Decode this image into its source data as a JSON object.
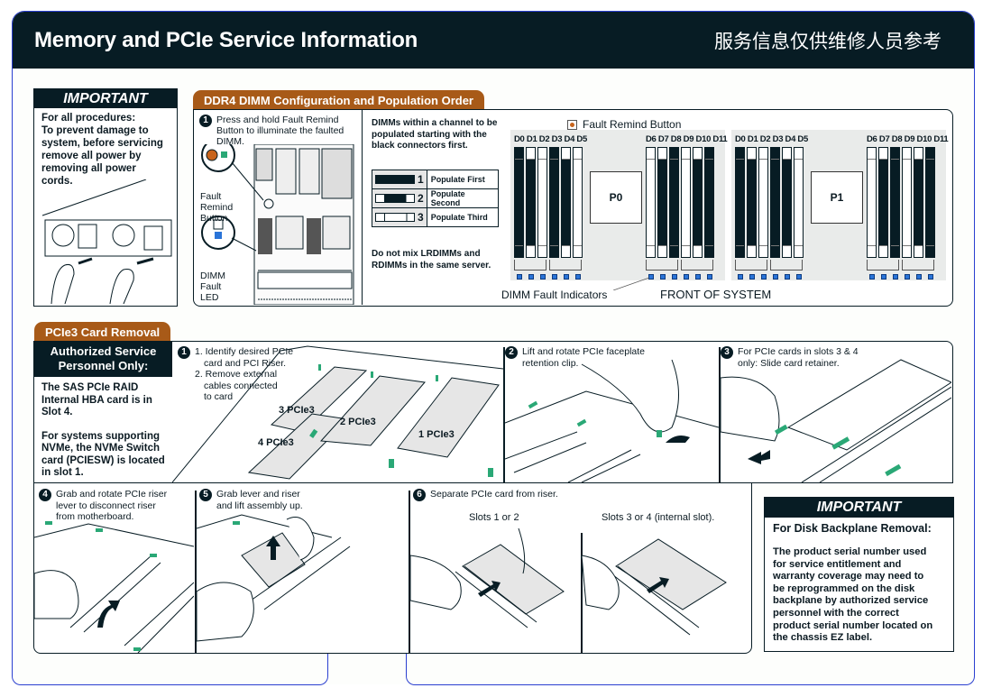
{
  "header": {
    "title": "Memory and PCIe Service Information",
    "subtitle": "服务信息仅供维修人员参考"
  },
  "important_power": {
    "heading": "IMPORTANT",
    "lines": [
      "For all procedures:",
      "To prevent damage to",
      "system, before servicing",
      "remove all power by",
      "removing all power cords."
    ]
  },
  "ddr4": {
    "heading": "DDR4 DIMM Configuration and Population Order",
    "step1": {
      "number": "1",
      "text": "Press and hold Fault Remind Button to illuminate the faulted DIMM.",
      "fault_remind_label": [
        "Fault",
        "Remind",
        "Button"
      ],
      "dimm_fault_led_label": [
        "DIMM",
        "Fault",
        "LED"
      ]
    },
    "population_note": "DIMMs within a channel to be populated starting with the black connectors first.",
    "legend": [
      {
        "number": "1",
        "label": "Populate First",
        "fill": "all-black"
      },
      {
        "number": "2",
        "label": "Populate Second",
        "fill": "black-middle"
      },
      {
        "number": "3",
        "label": "Populate Third",
        "fill": "white"
      }
    ],
    "mix_note": "Do not mix LRDIMMs and RDIMMs in the same server.",
    "fault_remind_button_label": "Fault Remind Button",
    "dimm_fault_indicators_label": "DIMM Fault Indicators",
    "front_of_system_label": "FRONT OF SYSTEM",
    "processors": [
      {
        "name": "P0",
        "left_bank": {
          "labels": [
            "D0",
            "D1",
            "D2",
            "D3",
            "D4",
            "D5"
          ],
          "order": [
            1,
            2,
            3,
            1,
            2,
            3
          ]
        },
        "right_bank": {
          "labels": [
            "D6",
            "D7",
            "D8",
            "D9",
            "D10",
            "D11"
          ],
          "order": [
            3,
            2,
            1,
            3,
            2,
            1
          ]
        }
      },
      {
        "name": "P1",
        "left_bank": {
          "labels": [
            "D0",
            "D1",
            "D2",
            "D3",
            "D4",
            "D5"
          ],
          "order": [
            1,
            2,
            3,
            1,
            2,
            3
          ]
        },
        "right_bank": {
          "labels": [
            "D6",
            "D7",
            "D8",
            "D9",
            "D10",
            "D11"
          ],
          "order": [
            3,
            2,
            1,
            3,
            2,
            1
          ]
        }
      }
    ],
    "colors": {
      "black_connector": "#071c24",
      "led_blue": "#2a74d8",
      "fault_button": "#c8641c",
      "zone_bg": "#e9ebea"
    }
  },
  "pcie": {
    "heading": "PCIe3 Card Removal",
    "authorized": {
      "heading": "Authorized Service Personnel Only:",
      "paragraphs": [
        "The SAS PCIe RAID Internal HBA card is in Slot 4.",
        "For systems supporting NVMe, the NVMe Switch card (PCIESW) is located in slot 1."
      ]
    },
    "steps": [
      {
        "number": "1",
        "lines": [
          "1. Identify desired PCIe",
          "card and PCI Riser.",
          "2. Remove external",
          "cables connected",
          "to card"
        ]
      },
      {
        "number": "2",
        "lines": [
          "Lift and rotate PCIe faceplate",
          "retention clip."
        ]
      },
      {
        "number": "3",
        "lines": [
          "For PCIe cards in slots 3 & 4",
          "only: Slide card retainer."
        ]
      },
      {
        "number": "4",
        "lines": [
          "Grab and rotate PCIe riser",
          "lever to disconnect riser",
          "from motherboard."
        ]
      },
      {
        "number": "5",
        "lines": [
          "Grab lever and riser",
          "and lift assembly up."
        ]
      },
      {
        "number": "6",
        "lines": [
          "Separate PCIe card from riser."
        ]
      }
    ],
    "slot_labels": [
      "3 PCIe3",
      "2 PCIe3",
      "4 PCIe3",
      "1 PCIe3"
    ],
    "step6_sublabels": [
      "Slots 1 or 2",
      "Slots 3 or 4 (internal slot)."
    ],
    "colors": {
      "accent_green": "#2aa876",
      "tab_orange": "#a85a18"
    }
  },
  "important_backplane": {
    "heading": "IMPORTANT",
    "subheading": "For Disk Backplane Removal:",
    "lines": [
      "The product serial number used",
      "for service entitlement and",
      "warranty coverage may need to",
      "be reprogrammed on the disk",
      "backplane by authorized service",
      "personnel with the correct",
      "product serial number located on",
      "the chassis EZ label."
    ]
  }
}
